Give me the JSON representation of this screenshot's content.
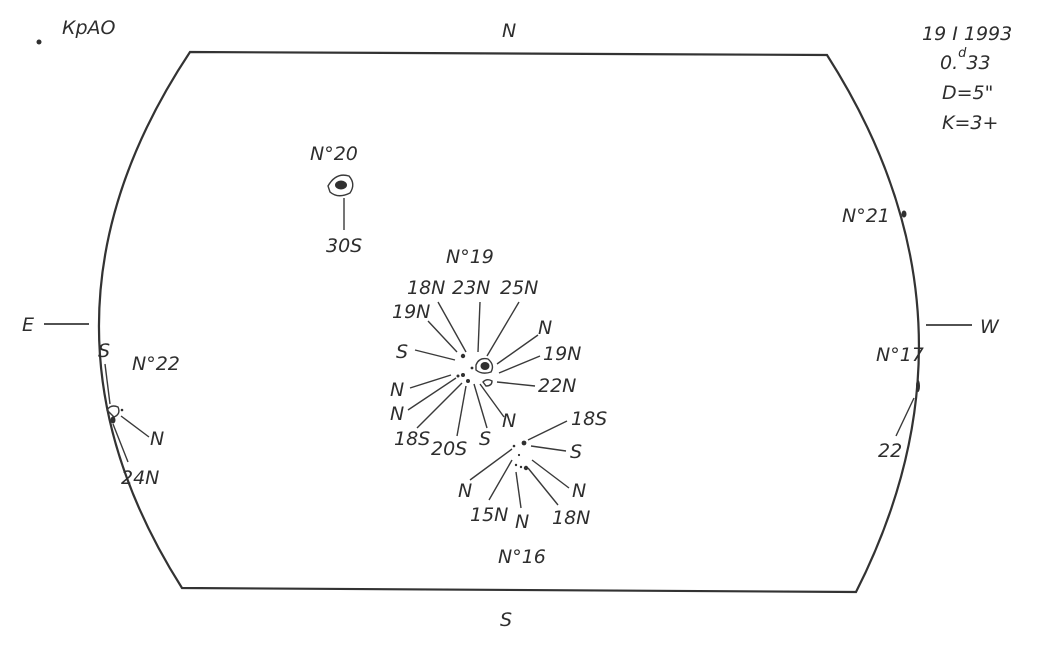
{
  "header": {
    "observatory": "КрАО",
    "date": "19 I 1993",
    "time": "0.",
    "time_sup": "d",
    "time_tail": "33",
    "diameter": "D=5\"",
    "k_value": "K=3+"
  },
  "directions": {
    "north": "N",
    "south": "S",
    "east": "E",
    "west": "W"
  },
  "groups": {
    "g20": {
      "number": "N°20",
      "labels": [
        "30S"
      ]
    },
    "g21": {
      "number": "N°21",
      "labels": []
    },
    "g22": {
      "number": "N°22",
      "labels": [
        "S",
        "N",
        "24N"
      ]
    },
    "g17": {
      "number": "N°17",
      "labels": [
        "22"
      ]
    },
    "g19": {
      "number": "N°19",
      "labels": [
        "18N",
        "23N",
        "25N",
        "19N",
        "N",
        "S",
        "19N",
        "22N",
        "N",
        "N",
        "18S",
        "20S",
        "S",
        "N"
      ]
    },
    "g16": {
      "number": "N°16",
      "labels": [
        "18S",
        "S",
        "N",
        "15N",
        "N",
        "18N",
        "N"
      ]
    }
  },
  "colors": {
    "ink": "#333333",
    "paper": "#ffffff"
  }
}
